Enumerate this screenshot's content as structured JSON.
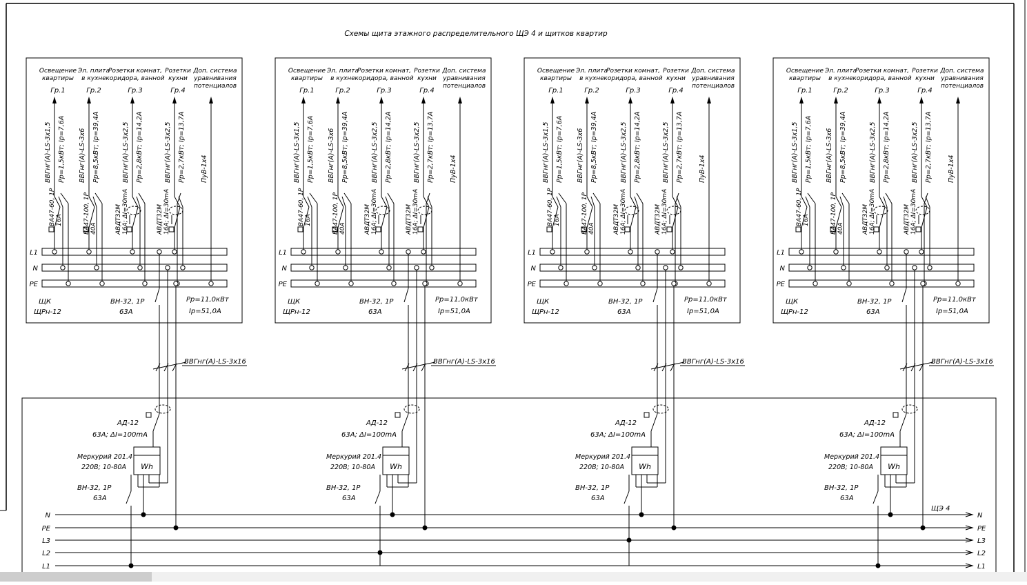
{
  "title": "Схемы щита этажного распределительного ЩЭ 4 и щитков квартир",
  "apartment_panel": {
    "groups": [
      {
        "name": "Освещение квартиры",
        "group": "Гр.1",
        "cable": "ВВГнг(А)-LS-3х1,5",
        "load": "Pp=1,5кВт; Ip=7,6А",
        "breaker": "ВА47-60, 1Р",
        "rating": "16А"
      },
      {
        "name": "Эл. плита в кухне",
        "group": "Гр.2",
        "cable": "ВВГнг(А)-LS-3х6",
        "load": "Pp=8,5кВт; Ip=39,4А",
        "breaker": "ВА47-100, 1Р",
        "rating": "40А"
      },
      {
        "name": "Розетки комнат, коридора, ванной",
        "group": "Гр.3",
        "cable": "ВВГнг(А)-LS-3х2,5",
        "load": "Pp=2,8кВт; Ip=14,2А",
        "breaker": "АВДТ32М",
        "rating": "16А; ΔI=30mA"
      },
      {
        "name": "Розетки кухни",
        "group": "Гр.4",
        "cable": "ВВГнг(А)-LS-3х2,5",
        "load": "Pp=2,7кВт; Ip=13,7А",
        "breaker": "АВДТ32М",
        "rating": "16А; ΔI=30mA"
      },
      {
        "name": "Доп. система уравнивания потенциалов",
        "group": "",
        "cable": "ПуВ-1х4",
        "load": "",
        "breaker": "",
        "rating": ""
      }
    ],
    "buses": [
      "L1",
      "N",
      "PE"
    ],
    "panel_label": "ЩК",
    "panel_type": "ЩРн-12",
    "input_breaker": "ВН-32, 1Р",
    "input_rating": "63А",
    "total_power": "Pp=11,0кВт",
    "total_current": "Ip=51,0А"
  },
  "riser_cable": "ВВГнг(А)-LS-3х16",
  "floor_panel": {
    "rcd": "АД-12",
    "rcd_rating": "63А; ΔI=100mA",
    "meter": "Меркурий 201.4",
    "meter_rating": "220В; 10-80А",
    "meter_symbol": "Wh",
    "breaker": "ВН-32, 1Р",
    "breaker_rating": "63А",
    "panel_name": "ЩЭ 4",
    "buses": [
      "N",
      "PE",
      "L3",
      "L2",
      "L1"
    ]
  },
  "colors": {
    "line": "#000000",
    "background": "#ffffff"
  }
}
